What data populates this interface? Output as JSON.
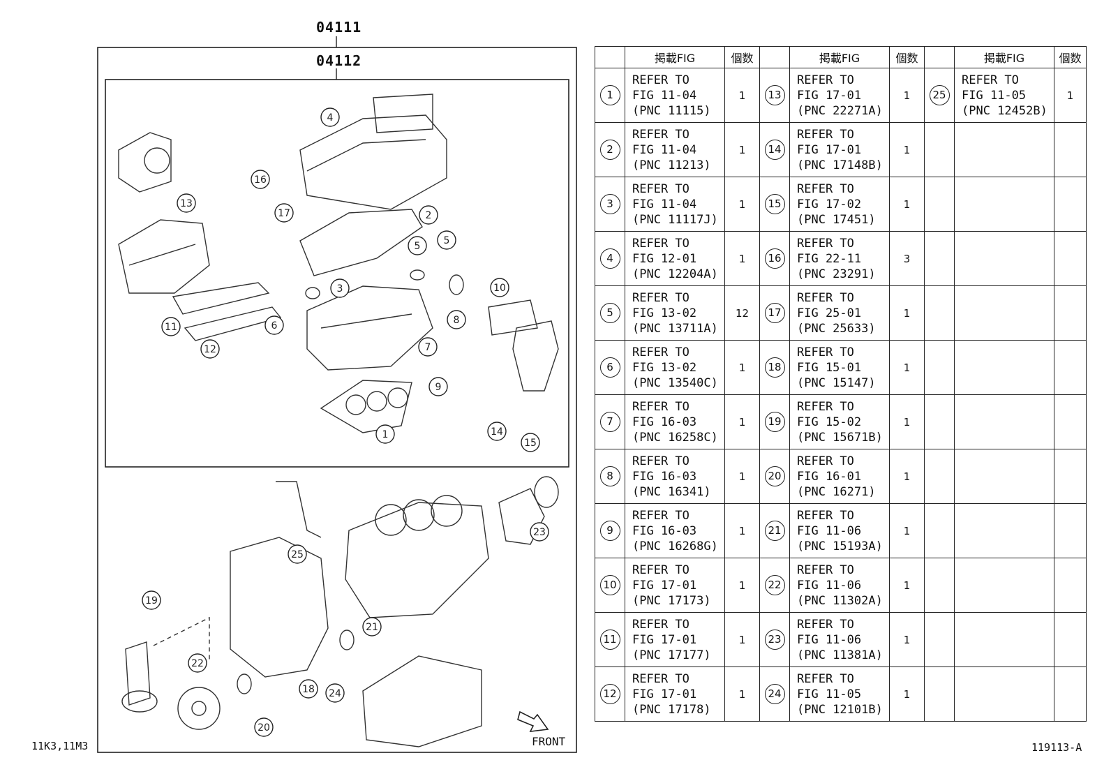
{
  "diagram": {
    "assembly_outer": "04111",
    "assembly_inner": "04112",
    "engine_code": "11K3,11M3",
    "front_label": "FRONT",
    "figure_id": "119113-A"
  },
  "table": {
    "headers": [
      "",
      "掲載FIG",
      "個数",
      "",
      "掲載FIG",
      "個数",
      "",
      "掲載FIG",
      "個数"
    ],
    "rows": [
      [
        {
          "no": "1",
          "l1": "REFER TO",
          "l2": "FIG 11-04",
          "l3": "(PNC 11115)",
          "qty": "1"
        },
        {
          "no": "13",
          "l1": "REFER TO",
          "l2": "FIG 17-01",
          "l3": "(PNC 22271A)",
          "qty": "1"
        },
        {
          "no": "25",
          "l1": "REFER TO",
          "l2": "FIG 11-05",
          "l3": "(PNC 12452B)",
          "qty": "1"
        }
      ],
      [
        {
          "no": "2",
          "l1": "REFER TO",
          "l2": "FIG 11-04",
          "l3": "(PNC 11213)",
          "qty": "1"
        },
        {
          "no": "14",
          "l1": "REFER TO",
          "l2": "FIG 17-01",
          "l3": "(PNC 17148B)",
          "qty": "1"
        },
        null
      ],
      [
        {
          "no": "3",
          "l1": "REFER TO",
          "l2": "FIG 11-04",
          "l3": "(PNC 11117J)",
          "qty": "1"
        },
        {
          "no": "15",
          "l1": "REFER TO",
          "l2": "FIG 17-02",
          "l3": "(PNC 17451)",
          "qty": "1"
        },
        null
      ],
      [
        {
          "no": "4",
          "l1": "REFER TO",
          "l2": "FIG 12-01",
          "l3": "(PNC 12204A)",
          "qty": "1"
        },
        {
          "no": "16",
          "l1": "REFER TO",
          "l2": "FIG 22-11",
          "l3": "(PNC 23291)",
          "qty": "3"
        },
        null
      ],
      [
        {
          "no": "5",
          "l1": "REFER TO",
          "l2": "FIG 13-02",
          "l3": "(PNC 13711A)",
          "qty": "12"
        },
        {
          "no": "17",
          "l1": "REFER TO",
          "l2": "FIG 25-01",
          "l3": "(PNC 25633)",
          "qty": "1"
        },
        null
      ],
      [
        {
          "no": "6",
          "l1": "REFER TO",
          "l2": "FIG 13-02",
          "l3": "(PNC 13540C)",
          "qty": "1"
        },
        {
          "no": "18",
          "l1": "REFER TO",
          "l2": "FIG 15-01",
          "l3": "(PNC 15147)",
          "qty": "1"
        },
        null
      ],
      [
        {
          "no": "7",
          "l1": "REFER TO",
          "l2": "FIG 16-03",
          "l3": "(PNC 16258C)",
          "qty": "1"
        },
        {
          "no": "19",
          "l1": "REFER TO",
          "l2": "FIG 15-02",
          "l3": "(PNC 15671B)",
          "qty": "1"
        },
        null
      ],
      [
        {
          "no": "8",
          "l1": "REFER TO",
          "l2": "FIG 16-03",
          "l3": "(PNC 16341)",
          "qty": "1"
        },
        {
          "no": "20",
          "l1": "REFER TO",
          "l2": "FIG 16-01",
          "l3": "(PNC 16271)",
          "qty": "1"
        },
        null
      ],
      [
        {
          "no": "9",
          "l1": "REFER TO",
          "l2": "FIG 16-03",
          "l3": "(PNC 16268G)",
          "qty": "1"
        },
        {
          "no": "21",
          "l1": "REFER TO",
          "l2": "FIG 11-06",
          "l3": "(PNC 15193A)",
          "qty": "1"
        },
        null
      ],
      [
        {
          "no": "10",
          "l1": "REFER TO",
          "l2": "FIG 17-01",
          "l3": "(PNC 17173)",
          "qty": "1"
        },
        {
          "no": "22",
          "l1": "REFER TO",
          "l2": "FIG 11-06",
          "l3": "(PNC 11302A)",
          "qty": "1"
        },
        null
      ],
      [
        {
          "no": "11",
          "l1": "REFER TO",
          "l2": "FIG 17-01",
          "l3": "(PNC 17177)",
          "qty": "1"
        },
        {
          "no": "23",
          "l1": "REFER TO",
          "l2": "FIG 11-06",
          "l3": "(PNC 11381A)",
          "qty": "1"
        },
        null
      ],
      [
        {
          "no": "12",
          "l1": "REFER TO",
          "l2": "FIG 17-01",
          "l3": "(PNC 17178)",
          "qty": "1"
        },
        {
          "no": "24",
          "l1": "REFER TO",
          "l2": "FIG 11-05",
          "l3": "(PNC 12101B)",
          "qty": "1"
        },
        null
      ]
    ]
  },
  "callouts": [
    "1",
    "2",
    "3",
    "4",
    "5",
    "5",
    "6",
    "7",
    "8",
    "9",
    "10",
    "11",
    "12",
    "13",
    "14",
    "15",
    "16",
    "17",
    "18",
    "19",
    "20",
    "21",
    "22",
    "23",
    "24",
    "25"
  ]
}
